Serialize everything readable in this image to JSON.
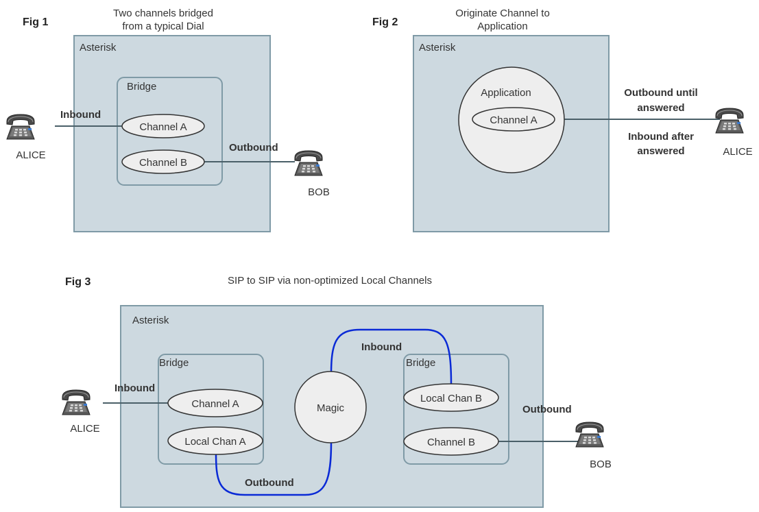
{
  "fig1": {
    "label": "Fig 1",
    "caption_line1": "Two channels bridged",
    "caption_line2": "from a typical Dial",
    "asterisk": "Asterisk",
    "bridge": "Bridge",
    "channel_a": "Channel A",
    "channel_b": "Channel B",
    "inbound": "Inbound",
    "outbound": "Outbound",
    "alice": "ALICE",
    "bob": "BOB"
  },
  "fig2": {
    "label": "Fig 2",
    "caption_line1": "Originate Channel to",
    "caption_line2": "Application",
    "asterisk": "Asterisk",
    "application": "Application",
    "channel_a": "Channel A",
    "outbound_line1": "Outbound until",
    "outbound_line2": "answered",
    "inbound_line1": "Inbound after",
    "inbound_line2": "answered",
    "alice": "ALICE"
  },
  "fig3": {
    "label": "Fig 3",
    "caption": "SIP to SIP via non-optimized Local Channels",
    "asterisk": "Asterisk",
    "bridge_left": "Bridge",
    "bridge_right": "Bridge",
    "channel_a": "Channel A",
    "local_chan_a": "Local Chan A",
    "magic": "Magic",
    "local_chan_b": "Local Chan B",
    "channel_b": "Channel B",
    "inbound_left": "Inbound",
    "inbound_top": "Inbound",
    "outbound_bottom": "Outbound",
    "outbound_right": "Outbound",
    "alice": "ALICE",
    "bob": "BOB"
  },
  "colors": {
    "box_fill": "#cdd9e0",
    "box_stroke": "#7f9aa6",
    "node_fill": "#eeeeee",
    "wire": "#4a5f68",
    "local_wire": "#0a2ad6"
  },
  "icons": [
    "telephone-icon"
  ]
}
